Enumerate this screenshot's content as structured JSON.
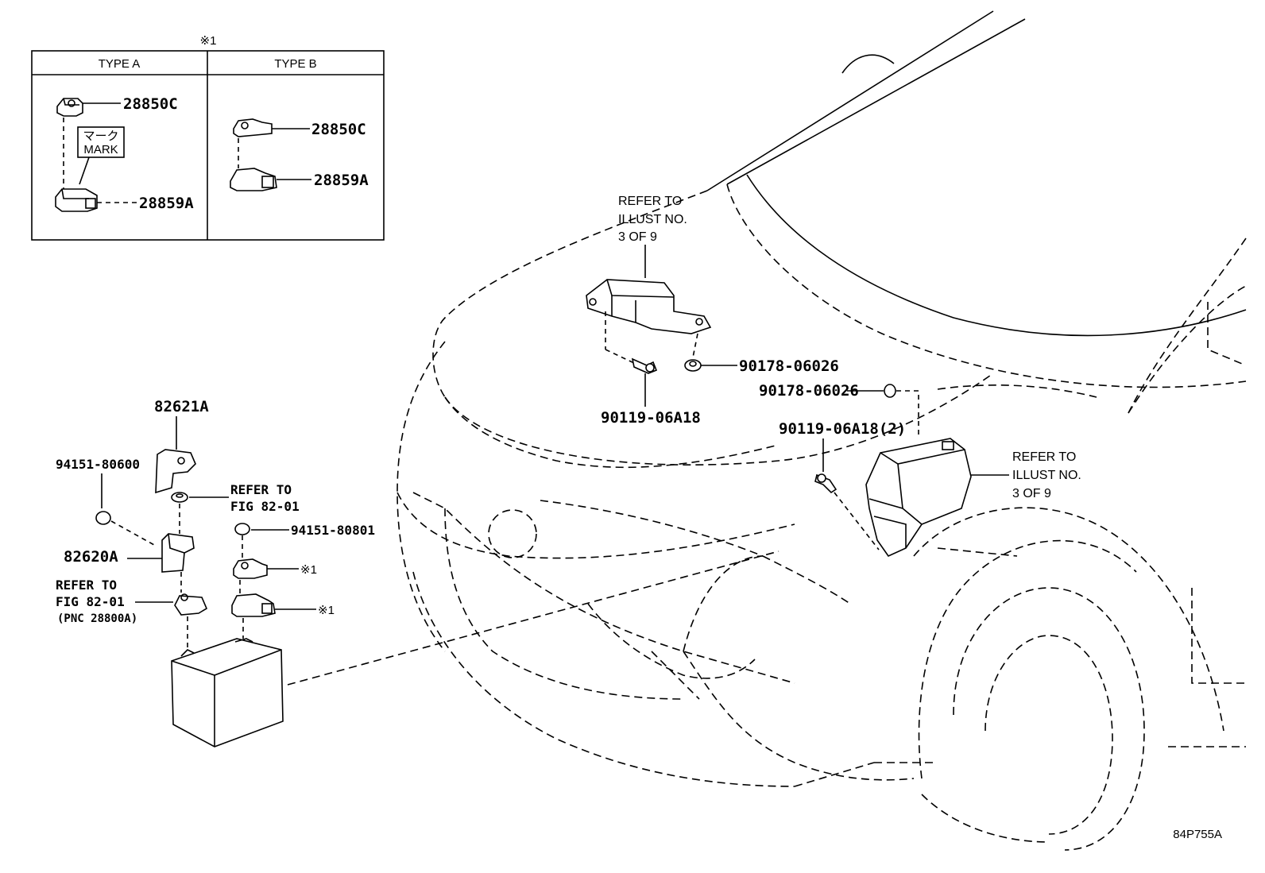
{
  "inset": {
    "note_mark": "※1",
    "type_a": "TYPE A",
    "type_b": "TYPE B",
    "mark_jp": "マーク",
    "mark_en": "MARK",
    "a_top_part": "28850C",
    "a_bottom_part": "28859A",
    "b_top_part": "28850C",
    "b_bottom_part": "28859A"
  },
  "upper": {
    "refer_line1": "REFER TO",
    "refer_line2": "ILLUST NO.",
    "refer_line3": "3 OF 9",
    "clip_part": "90178-06026",
    "bolt_part": "90119-06A18"
  },
  "right": {
    "clip_part": "90178-06026",
    "bolt_part": "90119-06A18(2)",
    "refer_line1": "REFER TO",
    "refer_line2": "ILLUST NO.",
    "refer_line3": "3 OF 9"
  },
  "battery": {
    "bracket_part": "82621A",
    "nut_left_part": "94151-80600",
    "refer_fig_line1": "REFER TO",
    "refer_fig_line2": "FIG 82-01",
    "nut_right_part": "94151-80801",
    "holder_part": "82620A",
    "mark1_a": "※1",
    "mark1_b": "※1",
    "refer_fig2_line1": "REFER TO",
    "refer_fig2_line2": "FIG 82-01",
    "refer_fig2_line3": "(PNC 28800A)"
  },
  "footer": {
    "code": "84P755A"
  }
}
